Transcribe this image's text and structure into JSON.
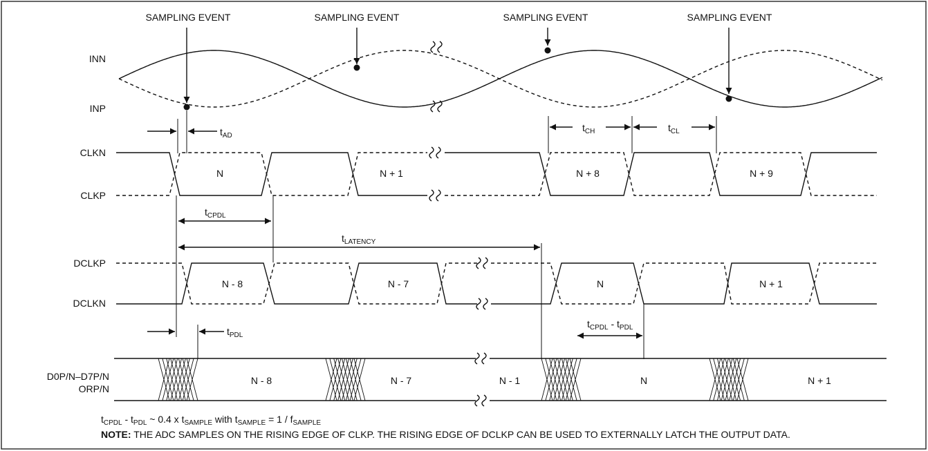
{
  "events": {
    "e1": "SAMPLING EVENT",
    "e2": "SAMPLING EVENT",
    "e3": "SAMPLING EVENT",
    "e4": "SAMPLING EVENT"
  },
  "signals": {
    "inn": "INN",
    "inp": "INP",
    "clkn": "CLKN",
    "clkp": "CLKP",
    "dclkp": "DCLKP",
    "dclkn": "DCLKN",
    "data_line1": "D0P/N–D7P/N",
    "data_line2": "ORP/N"
  },
  "timing": {
    "tad": {
      "base": "t",
      "sub": "AD"
    },
    "tch": {
      "base": "t",
      "sub": "CH"
    },
    "tcl": {
      "base": "t",
      "sub": "CL"
    },
    "tcpdl": {
      "base": "t",
      "sub": "CPDL"
    },
    "tlatency": {
      "base": "t",
      "sub": "LATENCY"
    },
    "tpdl": {
      "base": "t",
      "sub": "PDL"
    },
    "tdiff": {
      "b1": "t",
      "s1": "CPDL",
      "mid": " - t",
      "s2": "PDL"
    }
  },
  "clk_labels": [
    "N",
    "N + 1",
    "N + 8",
    "N + 9"
  ],
  "dclk_labels": [
    "N - 8",
    "N - 7",
    "N",
    "N + 1"
  ],
  "data_labels": [
    "N - 8",
    "N - 7",
    "N - 1",
    "N",
    "N + 1"
  ],
  "footer": {
    "formula": {
      "b1": "t",
      "s1": "CPDL",
      "t2": " - t",
      "s2": "PDL",
      "t3": " ~ 0.4 x t",
      "s3": "SAMPLE",
      "t4": " with t",
      "s4": "SAMPLE",
      "t5": " = 1 / f",
      "s5": "SAMPLE"
    },
    "note_label": "NOTE:",
    "note_text": " THE ADC SAMPLES ON THE RISING EDGE OF CLKP. THE RISING EDGE OF DCLKP CAN BE USED TO EXTERNALLY LATCH THE OUTPUT DATA."
  }
}
